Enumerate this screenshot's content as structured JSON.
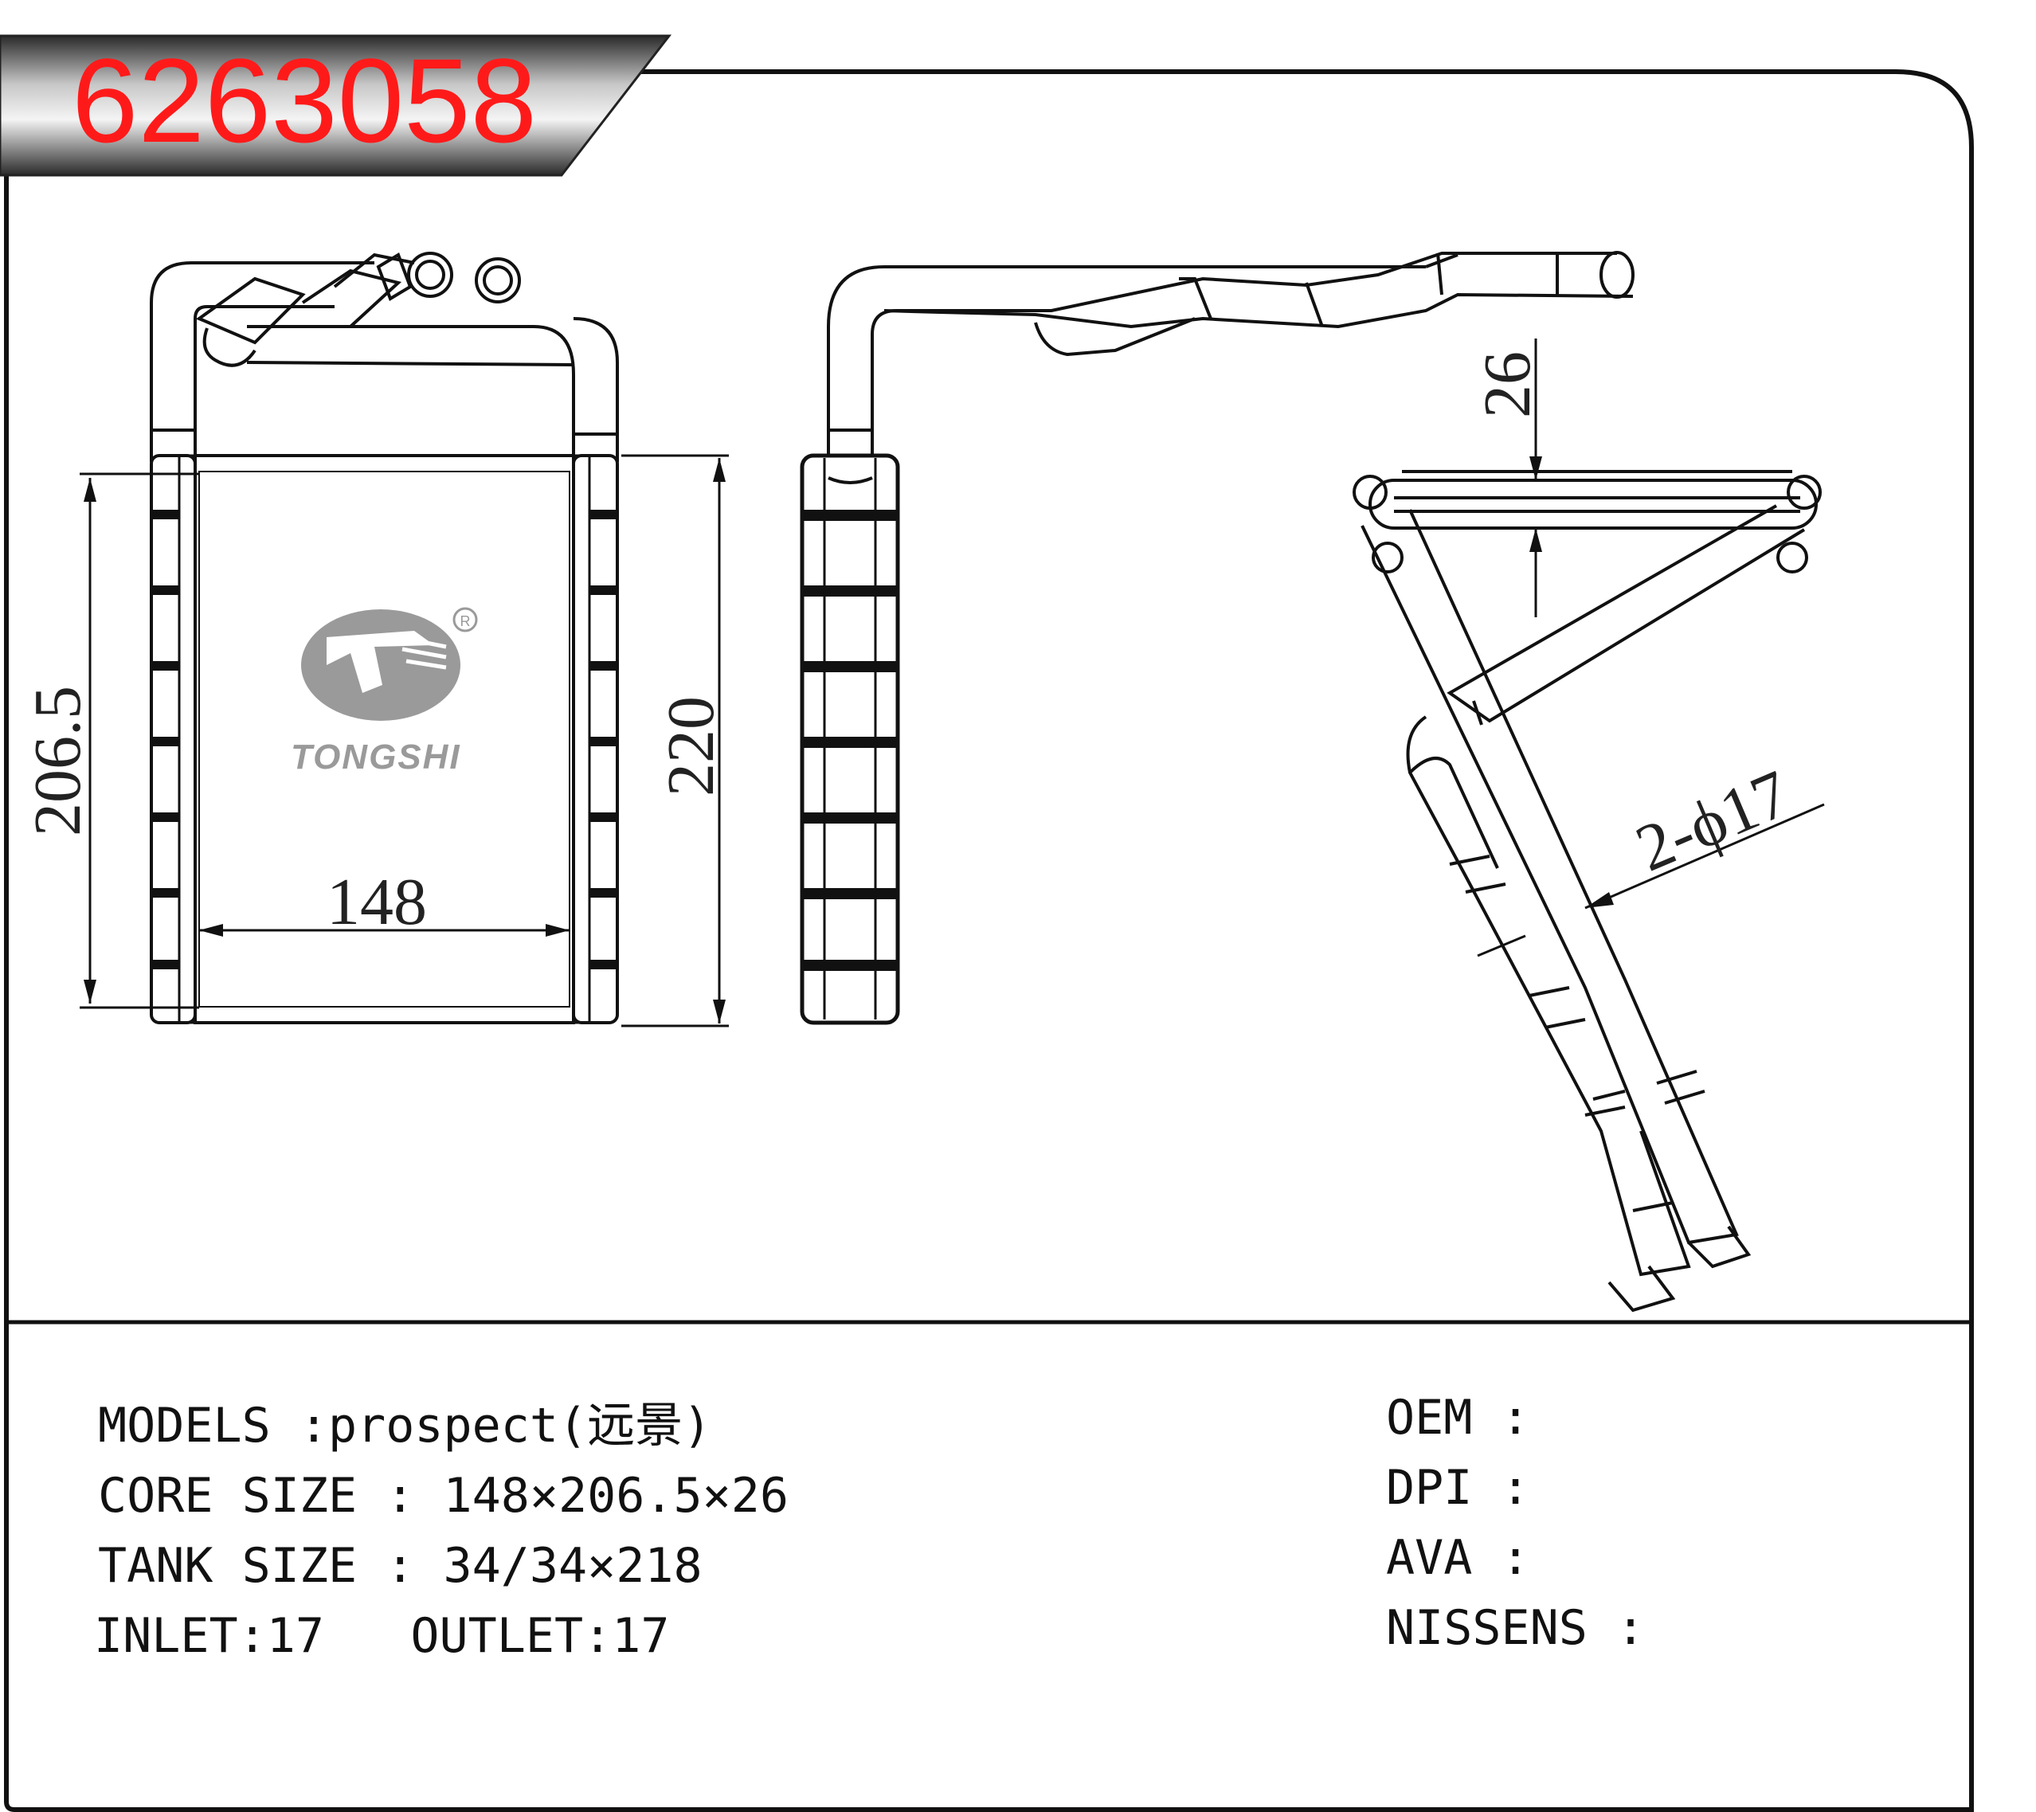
{
  "part_number": "6263058",
  "brand": {
    "name": "TONGSHI",
    "registered_mark": "R"
  },
  "dimensions": {
    "core_width": "148",
    "core_height": "206.5",
    "overall_height": "220",
    "depth": "26",
    "pipe_spec": "2-ϕ17"
  },
  "specs_left": [
    {
      "text": "MODELS :prospect(远景)"
    },
    {
      "text": "CORE SIZE : 148×206.5×26"
    },
    {
      "text": "TANK SIZE : 34/34×218"
    },
    {
      "text": "INLET:17   OUTLET:17"
    }
  ],
  "specs_right": [
    {
      "text": "OEM :"
    },
    {
      "text": "DPI :"
    },
    {
      "text": "AVA :"
    },
    {
      "text": "NISSENS :"
    }
  ],
  "colors": {
    "title": "#ff1a1a",
    "logo": "#9a9a9a",
    "banner_dark": "#2a2a2a",
    "banner_light": "#f2f2f2"
  }
}
